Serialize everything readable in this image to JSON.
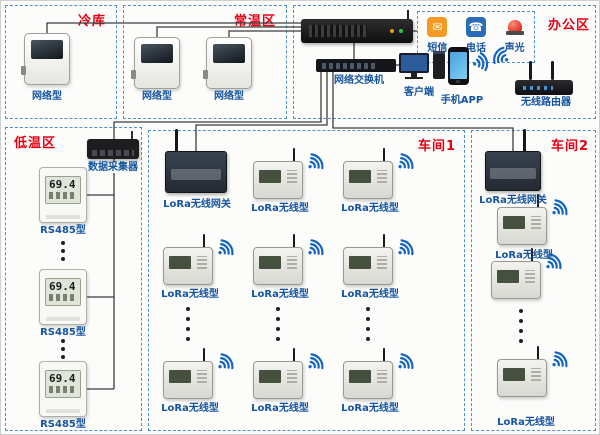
{
  "palette": {
    "zone_border": "#4f8fd0",
    "zone_label_color": "#e60012",
    "device_label_color": "#15549e",
    "wifi_color": "#1565c0",
    "alarm_sms_color": "#f59a23",
    "alarm_tel_color": "#2b6cb8",
    "alarm_light_color": "#d81f10"
  },
  "zones": {
    "cold": {
      "label": "冷库"
    },
    "normal": {
      "label": "常温区"
    },
    "office": {
      "label": "办公区"
    },
    "low": {
      "label": "低温区"
    },
    "workshop1": {
      "label": "车间1"
    },
    "workshop2": {
      "label": "车间2"
    }
  },
  "labels": {
    "network_sensor": "网络型",
    "data_collector": "数据采集器",
    "rs485_sensor": "RS485型",
    "lora_gateway": "LoRa无线网关",
    "lora_node": "LoRa无线型",
    "network_switch": "网络交换机",
    "client": "客户端",
    "mobile_app": "手机APP",
    "wireless_router": "无线路由器",
    "sms": "短信",
    "telephone": "电话",
    "sound_light": "声光"
  },
  "icons": {
    "sms_glyph": "✉",
    "telephone_glyph": "☎"
  },
  "lcd": {
    "temperature": "69.4"
  }
}
